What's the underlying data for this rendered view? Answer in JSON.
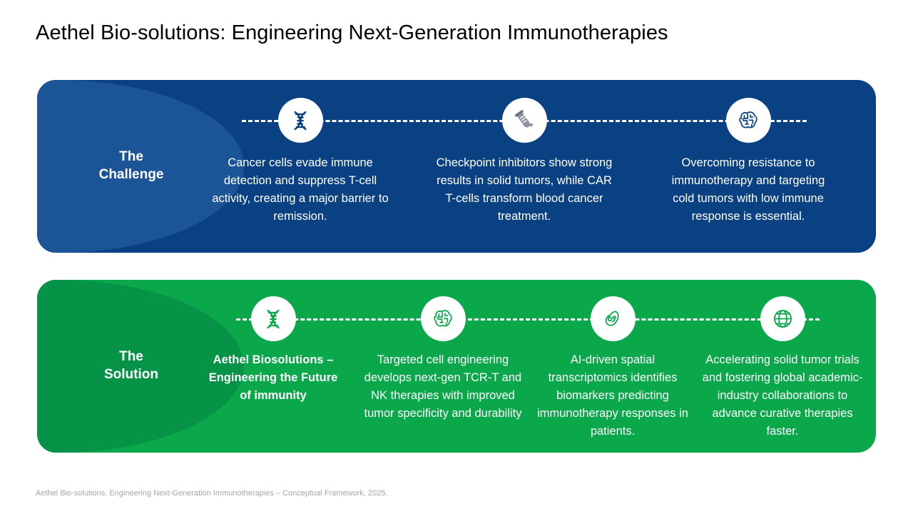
{
  "slide": {
    "title": "Aethel Bio-solutions: Engineering Next-Generation Immunotherapies",
    "footer": "Aethel Bio-solutions. Engineering Next-Generation Immunotherapies – Conceptual Framework, 2025."
  },
  "colors": {
    "challenge_panel": "#0A4183",
    "challenge_lobe": "#1B5597",
    "solution_panel": "#0AA84A",
    "solution_lobe": "#069247",
    "icon_circle": "#FFFFFF",
    "text_on_panel": "#FFFFFF",
    "title_text": "#000000",
    "footer_text": "#A6A6A6",
    "flask_icon": "#8C92A0"
  },
  "challenge": {
    "label": "The\nChallenge",
    "label_line1": "The",
    "label_line2": "Challenge",
    "steps": [
      {
        "icon": "dna-helix-icon",
        "text": "Cancer cells evade immune detection and suppress T-cell activity, creating a major barrier to remission."
      },
      {
        "icon": "test-tube-icon",
        "text": "Checkpoint inhibitors show strong results in solid tumors, while CAR T-cells transform blood cancer treatment."
      },
      {
        "icon": "brain-circuit-icon",
        "text": "Overcoming resistance to immunotherapy and targeting cold tumors with low immune response is essential."
      }
    ]
  },
  "solution": {
    "label": "The\nSolution",
    "label_line1": "The",
    "label_line2": "Solution",
    "steps": [
      {
        "icon": "dna-helix-icon",
        "text": "Aethel Biosolutions – Engineering the Future of  immunity",
        "bold": true
      },
      {
        "icon": "brain-circuit-icon",
        "text": "Targeted cell engineering develops next-gen TCR-T and NK therapies with improved tumor specificity and durability",
        "bold": false
      },
      {
        "icon": "cell-microscope-icon",
        "text": "AI-driven spatial transcriptomics identifies biomarkers predicting immunotherapy responses in patients.",
        "bold": false
      },
      {
        "icon": "globe-icon",
        "text": "Accelerating solid tumor trials and fostering global academic-industry collaborations to advance curative therapies faster.",
        "bold": false
      }
    ]
  }
}
